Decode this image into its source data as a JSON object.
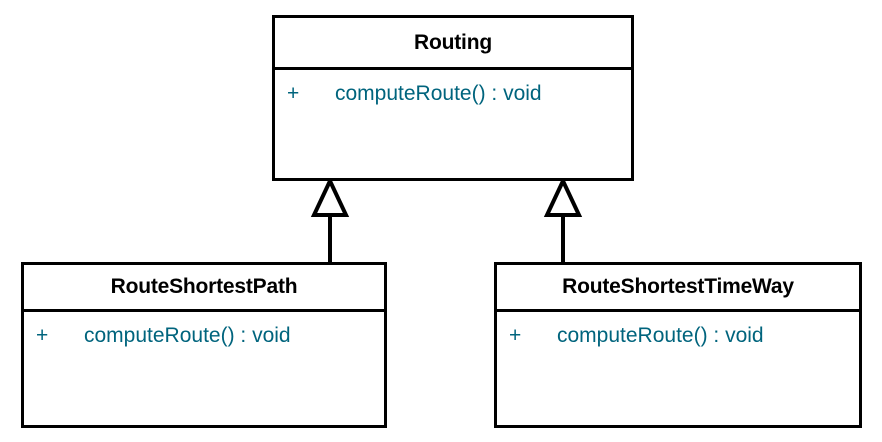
{
  "diagram": {
    "type": "uml-class-diagram",
    "background_color": "#ffffff",
    "border_color": "#000000",
    "title_text_color": "#000000",
    "member_text_color": "#00647D",
    "classes": [
      {
        "id": "routing",
        "name": "Routing",
        "members": [
          {
            "visibility": "+",
            "signature": "computeRoute() : void"
          }
        ]
      },
      {
        "id": "route-shortest-path",
        "name": "RouteShortestPath",
        "members": [
          {
            "visibility": "+",
            "signature": "computeRoute() : void"
          }
        ]
      },
      {
        "id": "route-shortest-time-way",
        "name": "RouteShortestTimeWay",
        "members": [
          {
            "visibility": "+",
            "signature": "computeRoute() : void"
          }
        ]
      }
    ],
    "relationships": [
      {
        "id": "gen-left",
        "kind": "generalization",
        "from": "RouteShortestPath",
        "to": "Routing"
      },
      {
        "id": "gen-right",
        "kind": "generalization",
        "from": "RouteShortestTimeWay",
        "to": "Routing"
      }
    ]
  }
}
